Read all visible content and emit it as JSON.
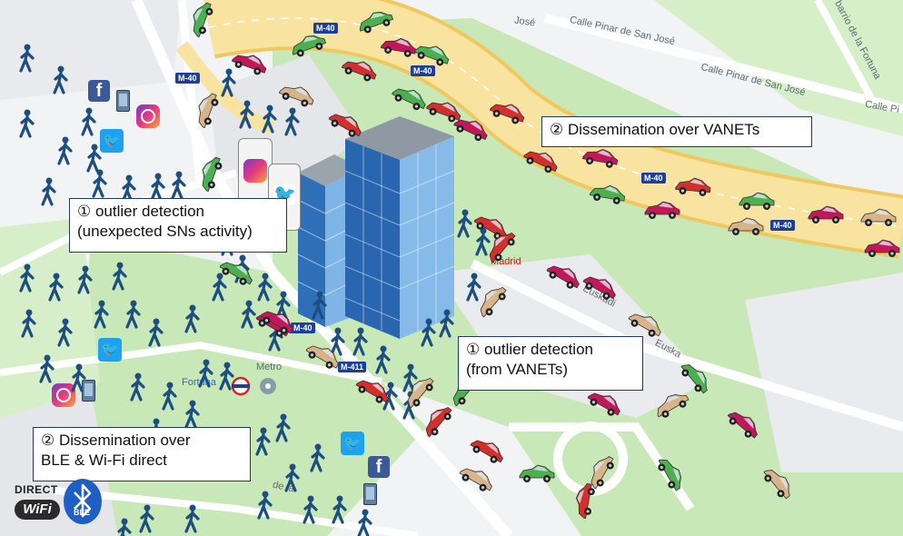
{
  "map": {
    "street_labels": [
      "Calle Pinar de San José",
      "Calle Pinar de San José",
      "José",
      "Calle Pi",
      "barrio de la Fortuna",
      "Euskadi",
      "Euska",
      "de la",
      "Metro",
      "Fortuna",
      "Madrid"
    ],
    "road_signs": [
      "M-40",
      "M-40",
      "M-40",
      "M-40",
      "M-411",
      "M-40",
      "M-40"
    ]
  },
  "callouts": {
    "dissemination_vanets": "② Dissemination over VANETs",
    "outlier_sns_line1": "① outlier detection",
    "outlier_sns_line2": "(unexpected SNs activity)",
    "outlier_vanets_line1": "① outlier detection",
    "outlier_vanets_line2": "(from VANETs)",
    "dissemination_ble_line1": "② Dissemination over",
    "dissemination_ble_line2": "BLE & Wi-Fi direct"
  },
  "logos": {
    "wifi_direct_top": "DIRECT",
    "wifi_direct_bottom": "WiFi",
    "ble_text": "BLE"
  },
  "icons": {
    "facebook": "f",
    "twitter": "bird",
    "instagram": "camera"
  },
  "colors": {
    "pedestrian": "#1d4e80",
    "callout_border": "#1f3864",
    "highway": "#f6dc8d",
    "park": "#c3e6b5",
    "car_colors": [
      "#c2185b",
      "#d32f2f",
      "#4caf50",
      "#d7b48a"
    ]
  }
}
